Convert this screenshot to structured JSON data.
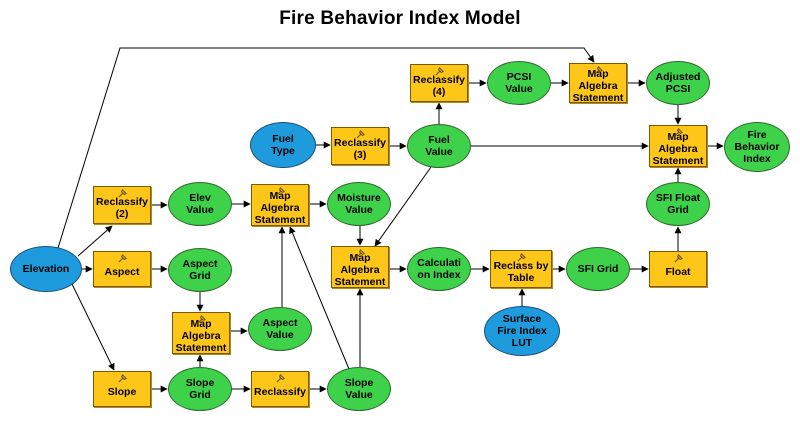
{
  "title": "Fire Behavior Index Model",
  "colors": {
    "tool": "#ffc61a",
    "derived_data": "#3dd24a",
    "input_data": "#1e9bdc",
    "connector": "#000000"
  },
  "nodes": {
    "elevation": "Elevation",
    "reclassify2": "Reclassify\n(2)",
    "aspect": "Aspect",
    "slope": "Slope",
    "elev_value": "Elev\nValue",
    "aspect_grid": "Aspect\nGrid",
    "slope_grid": "Slope\nGrid",
    "map_alg_1": "Map\nAlgebra\nStatement",
    "map_alg_2": "Map\nAlgebra\nStatement",
    "aspect_value": "Aspect\nValue",
    "reclassify": "Reclassify",
    "slope_value": "Slope\nValue",
    "moisture_value": "Moisture\nValue",
    "map_alg_3": "Map\nAlgebra\nStatement",
    "fuel_type": "Fuel\nType",
    "reclassify3": "Reclassify\n(3)",
    "fuel_value": "Fuel\nValue",
    "reclassify4": "Reclassify\n(4)",
    "pcsi_value": "PCSI\nValue",
    "map_alg_4": "Map\nAlgebra\nStatement",
    "adjusted_pcsi": "Adjusted\nPCSI",
    "map_alg_5": "Map\nAlgebra\nStatement",
    "fire_behavior_index": "Fire\nBehavior\nIndex",
    "calculation_index": "Calculati\non Index",
    "reclass_by_table": "Reclass by\nTable",
    "sfi_grid": "SFI Grid",
    "float": "Float",
    "sfi_float_grid": "SFI Float\nGrid",
    "surface_fire_index_lut": "Surface\nFire Index\nLUT"
  }
}
